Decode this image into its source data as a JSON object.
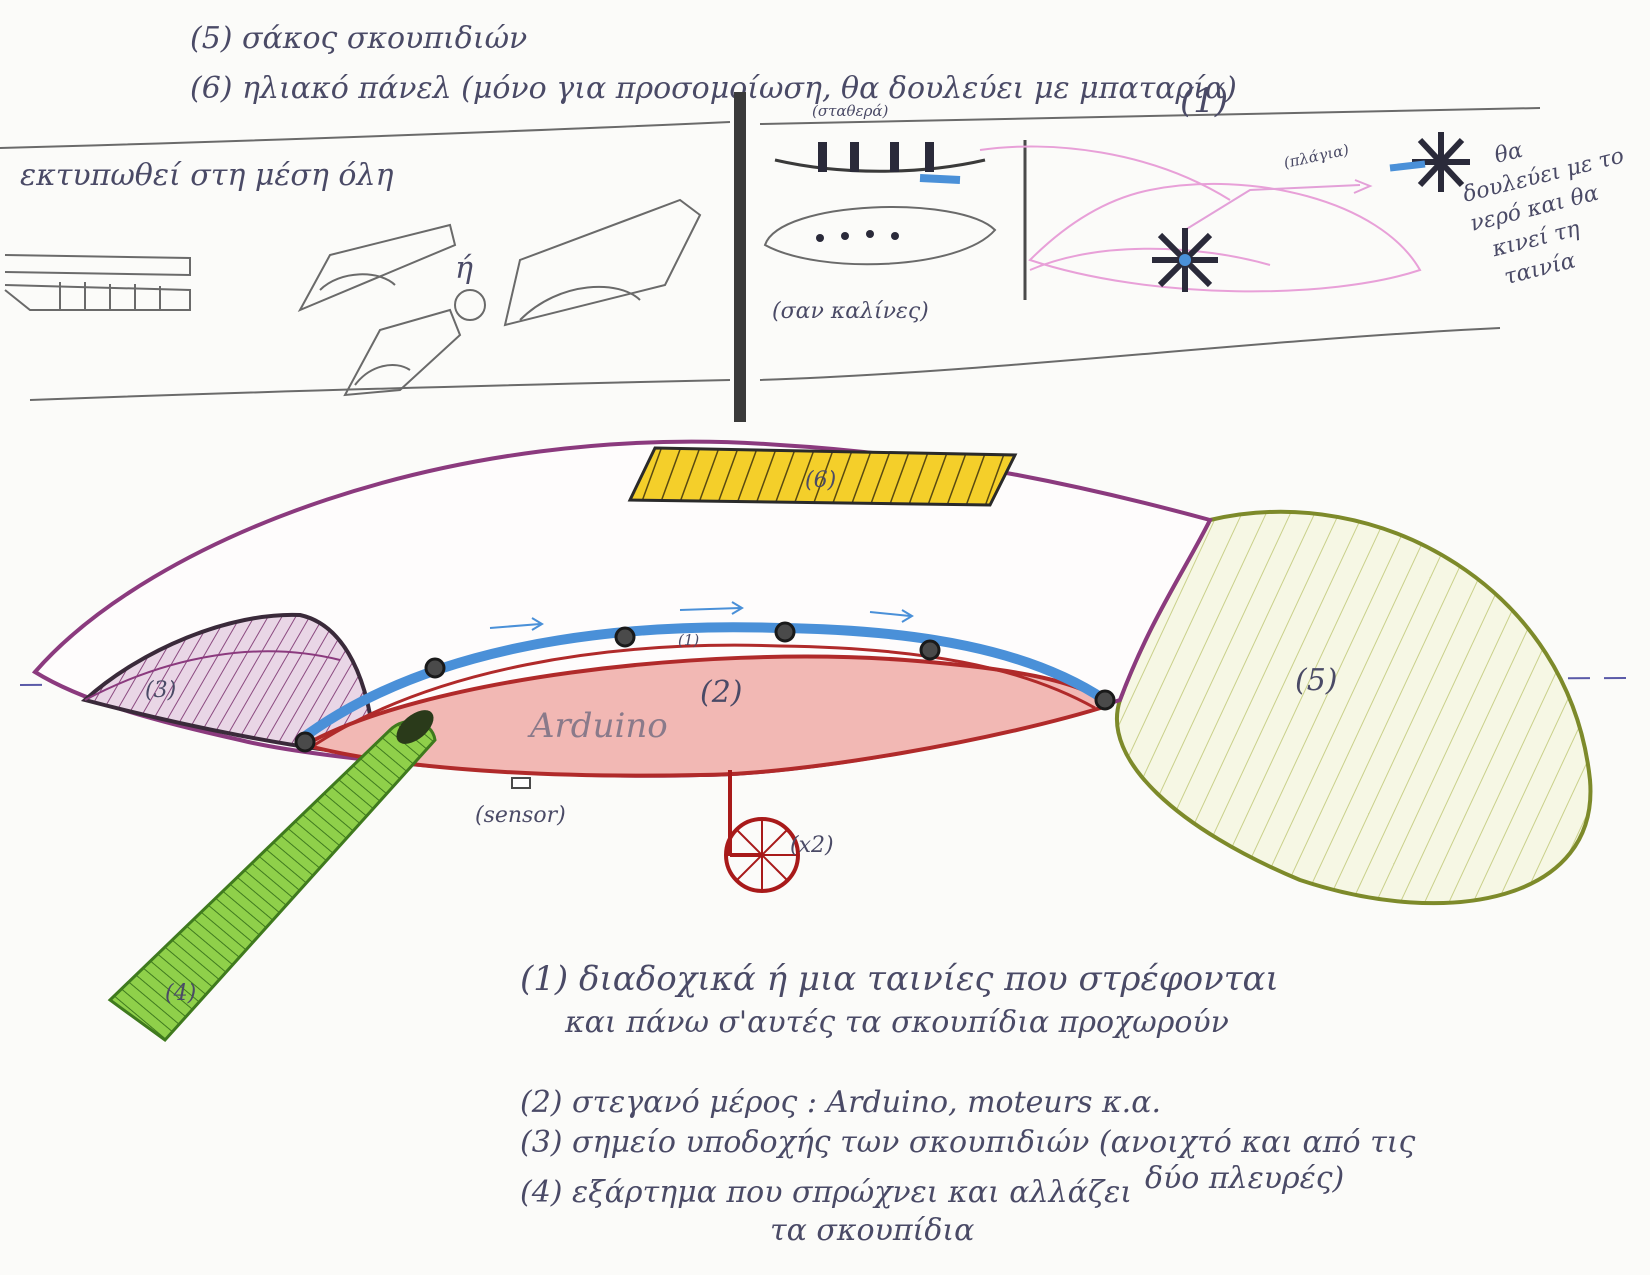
{
  "header": {
    "note5": "(5) σάκος σκουπιδιών",
    "note6": "(6) ηλιακό πάνελ (μόνο για προσομοίωση, θα δουλεύει με μπαταρία)"
  },
  "top_strip": {
    "print_note": "εκτυπωθεί στη μέση όλη",
    "or_label": "ή",
    "stathera_label": "(σταθερά)",
    "kalines_label": "(σαν καλίνες)",
    "section_number": "(1)",
    "plagia_label": "(πλάγια)",
    "water_note": [
      "θα",
      "δουλεύει με το",
      "νερό και θα",
      "κινεί τη",
      "ταινία"
    ]
  },
  "main": {
    "label_solar": "(6)",
    "label_belt": "(1)",
    "label_body": "(2)",
    "label_intake": "(3)",
    "label_bag": "(5)",
    "label_arm": "(4)",
    "arduino": "Arduino",
    "sensor": "(sensor)",
    "wheel_count": "(x2)"
  },
  "legend": {
    "item1_line1": "(1) διαδοχικά ή μια ταινίες που στρέφονται",
    "item1_line2": "και πάνω σ'αυτές τα σκουπίδια προχωρούν",
    "item2": "(2) στεγανό μέρος : Arduino, moteurs κ.α.",
    "item3": "(3) σημείο υποδοχής των σκουπιδιών (ανοιχτό και από τις",
    "item4_line1": "(4) εξάρτημα που σπρώχνει και αλλάζει",
    "item4_tail": "δύο πλευρές)",
    "item4_line2": "τα σκουπίδια"
  },
  "colors": {
    "pencil": "#4a4a66",
    "outline": "#8b3a7e",
    "belt": "#4a90d8",
    "body": "#f2b8b4",
    "body_edge": "#b02a2a",
    "solar": "#f2c91c",
    "bag": "#7d8a2a",
    "arm": "#7cc43a",
    "pink": "#e8a0d8"
  }
}
